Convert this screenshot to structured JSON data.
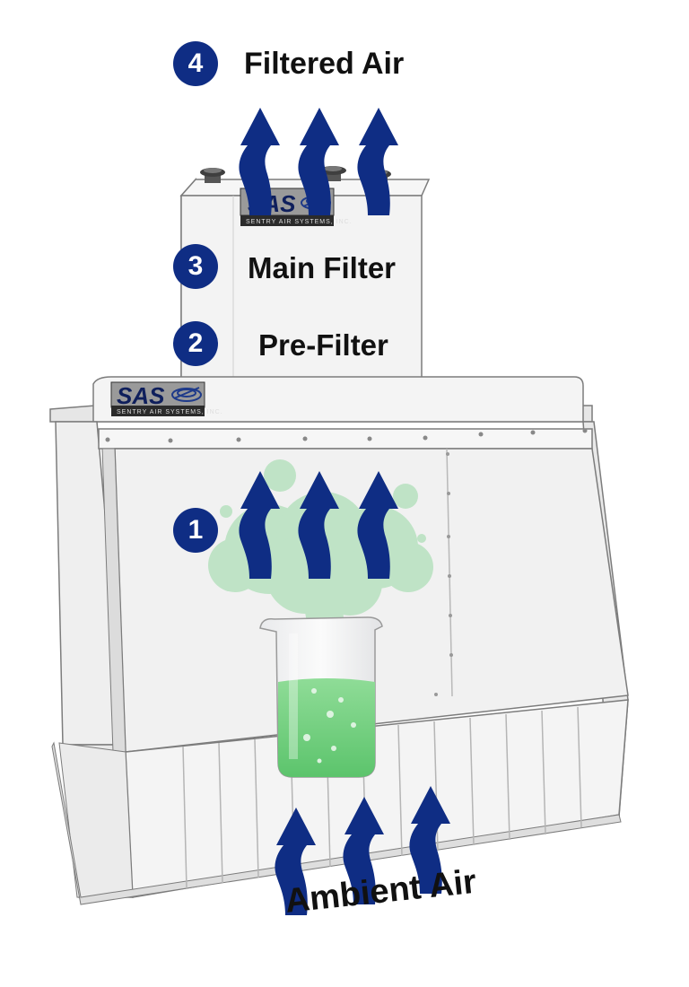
{
  "colors": {
    "badge": "#0f2d84",
    "arrow": "#0f2d84",
    "liquid": "#6fcf7f",
    "vapor": "#bde3c4",
    "panel": "#f2f2f2",
    "outline": "#8a8a8a"
  },
  "logo": {
    "text": "SAS",
    "subtitle": "SENTRY AIR SYSTEMS, INC.",
    "icon": "swirl-logo-icon"
  },
  "steps": [
    {
      "number": "4",
      "label": "Filtered Air"
    },
    {
      "number": "3",
      "label": "Main Filter"
    },
    {
      "number": "2",
      "label": "Pre-Filter"
    },
    {
      "number": "1",
      "label": ""
    }
  ],
  "ambient_label": "Ambient Air",
  "icons": {
    "arrow": "airflow-arrow-icon",
    "beaker": "beaker-icon",
    "vapor": "vapor-cloud-icon"
  }
}
